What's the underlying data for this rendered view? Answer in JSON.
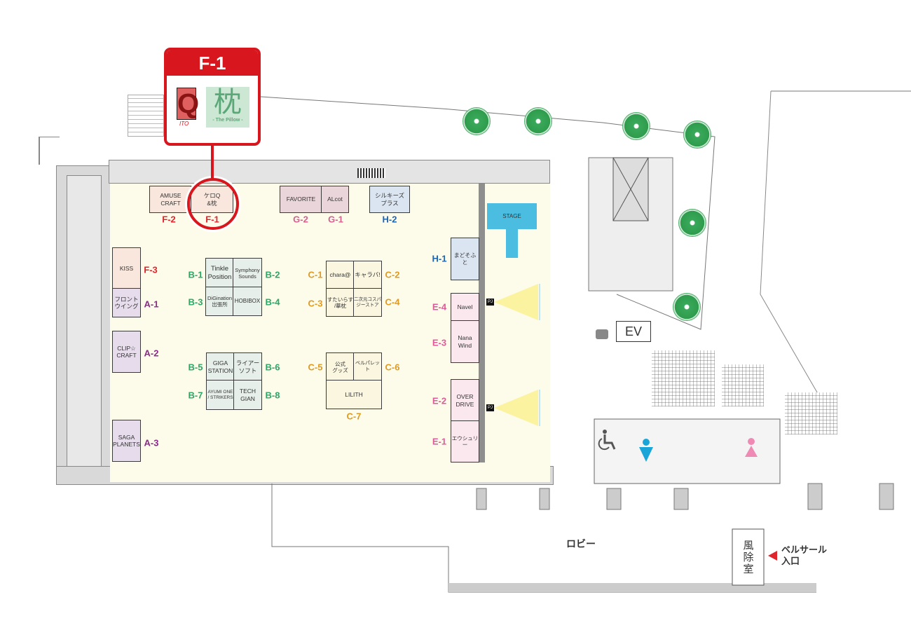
{
  "callout": {
    "code": "F-1",
    "logo_left": "Q",
    "logo_left_sub": "ITO",
    "logo_right": "枕",
    "logo_right_sub": "- The Pillow -"
  },
  "booths": [
    {
      "code": "F-2",
      "name": "AMUSE\nCRAFT"
    },
    {
      "code": "F-1",
      "name": "ケロQ\n&枕"
    },
    {
      "code": "G-2",
      "name": "FAVORITE"
    },
    {
      "code": "G-1",
      "name": "ALcot"
    },
    {
      "code": "H-2",
      "name": "シルキーズ\nプラス"
    },
    {
      "code": "F-3",
      "name": "KISS"
    },
    {
      "code": "A-1",
      "name": "フロント\nウイング"
    },
    {
      "code": "A-2",
      "name": "CLIP☆\nCRAFT"
    },
    {
      "code": "A-3",
      "name": "SAGA\nPLANETS"
    },
    {
      "code": "B-1",
      "name": "Tinkle\nPosition"
    },
    {
      "code": "B-2",
      "name": "Symphony\nSounds"
    },
    {
      "code": "B-3",
      "name": "DiGination\n出張所"
    },
    {
      "code": "B-4",
      "name": "HOBIBOX"
    },
    {
      "code": "B-5",
      "name": "GIGA\nSTATION"
    },
    {
      "code": "B-6",
      "name": "ライアー\nソフト"
    },
    {
      "code": "B-7",
      "name": "AYUMI ONE\n/ STRIKERS"
    },
    {
      "code": "B-8",
      "name": "TECH\nGIAN"
    },
    {
      "code": "C-1",
      "name": "chara@"
    },
    {
      "code": "C-2",
      "name": "キャラバ!"
    },
    {
      "code": "C-3",
      "name": "すたいらす\n/華枕"
    },
    {
      "code": "C-4",
      "name": "二次元コスパ\nジーストア"
    },
    {
      "code": "C-5",
      "name": "公式\nグッズ"
    },
    {
      "code": "C-6",
      "name": "ベルパレット"
    },
    {
      "code": "C-7",
      "name": "LILITH"
    },
    {
      "code": "H-1",
      "name": "まどそふと"
    },
    {
      "code": "E-4",
      "name": "Navel"
    },
    {
      "code": "E-3",
      "name": "Nana\nWind"
    },
    {
      "code": "E-2",
      "name": "OVER\nDRIVE"
    },
    {
      "code": "E-1",
      "name": "エウシュリー"
    }
  ],
  "stage": "STAGE",
  "projector": "PJ",
  "elevator": "EV",
  "lobby": "ロビー",
  "windbreak_room": "風\n除\n室",
  "entrance": "ベルサール\n入口",
  "colors": {
    "accent_red": "#d7161e",
    "stage": "#4bbde0",
    "floor": "#fdfbea",
    "men": "#1aa5d8",
    "women": "#ef8ab5"
  }
}
